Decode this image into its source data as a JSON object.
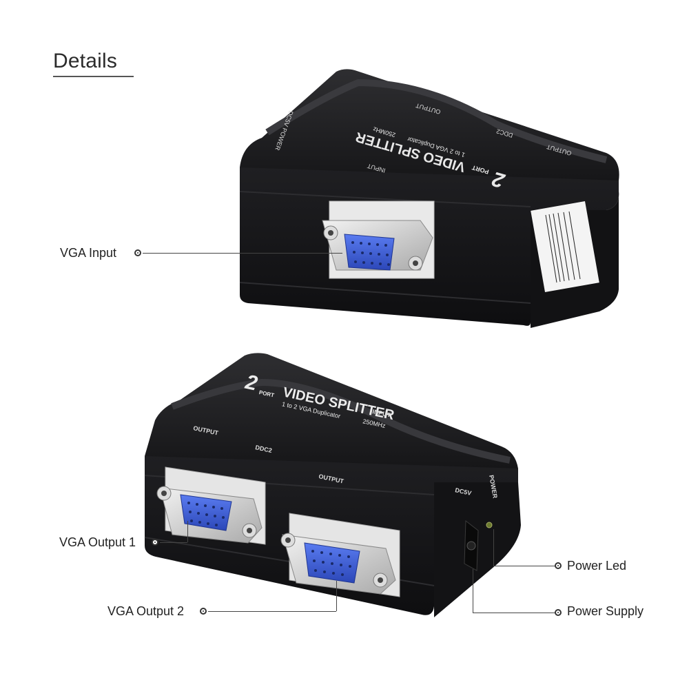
{
  "page": {
    "title": "Details"
  },
  "callouts": {
    "vga_input": "VGA Input",
    "vga_output_1": "VGA Output 1",
    "vga_output_2": "VGA Output 2",
    "power_led": "Power Led",
    "power_supply": "Power Supply"
  },
  "device_top": {
    "brand_number": "2",
    "brand_port": "PORT",
    "brand_name": "VIDEO SPLITTER",
    "subtitle": "1 to 2 VGA Duplicator",
    "freq": "250MHz",
    "input_label": "INPUT",
    "output_label": "OUTPUT",
    "ddc_label": "DDC2",
    "power_label": "DC5V POWER"
  },
  "device_bottom": {
    "brand_number": "2",
    "brand_port": "PORT",
    "brand_name": "VIDEO SPLITTER",
    "subtitle": "1 to 2 VGA Duplicator",
    "freq": "250MHz",
    "input_label": "INPUT",
    "output1_label": "OUTPUT",
    "ddc_label": "DDC2",
    "output2_label": "OUTPUT",
    "dc_label": "DC5V",
    "power_label": "POWER"
  },
  "colors": {
    "body": "#1c1c1e",
    "port_blue": "#3b5fd6",
    "metal": "#cfcfcf"
  }
}
